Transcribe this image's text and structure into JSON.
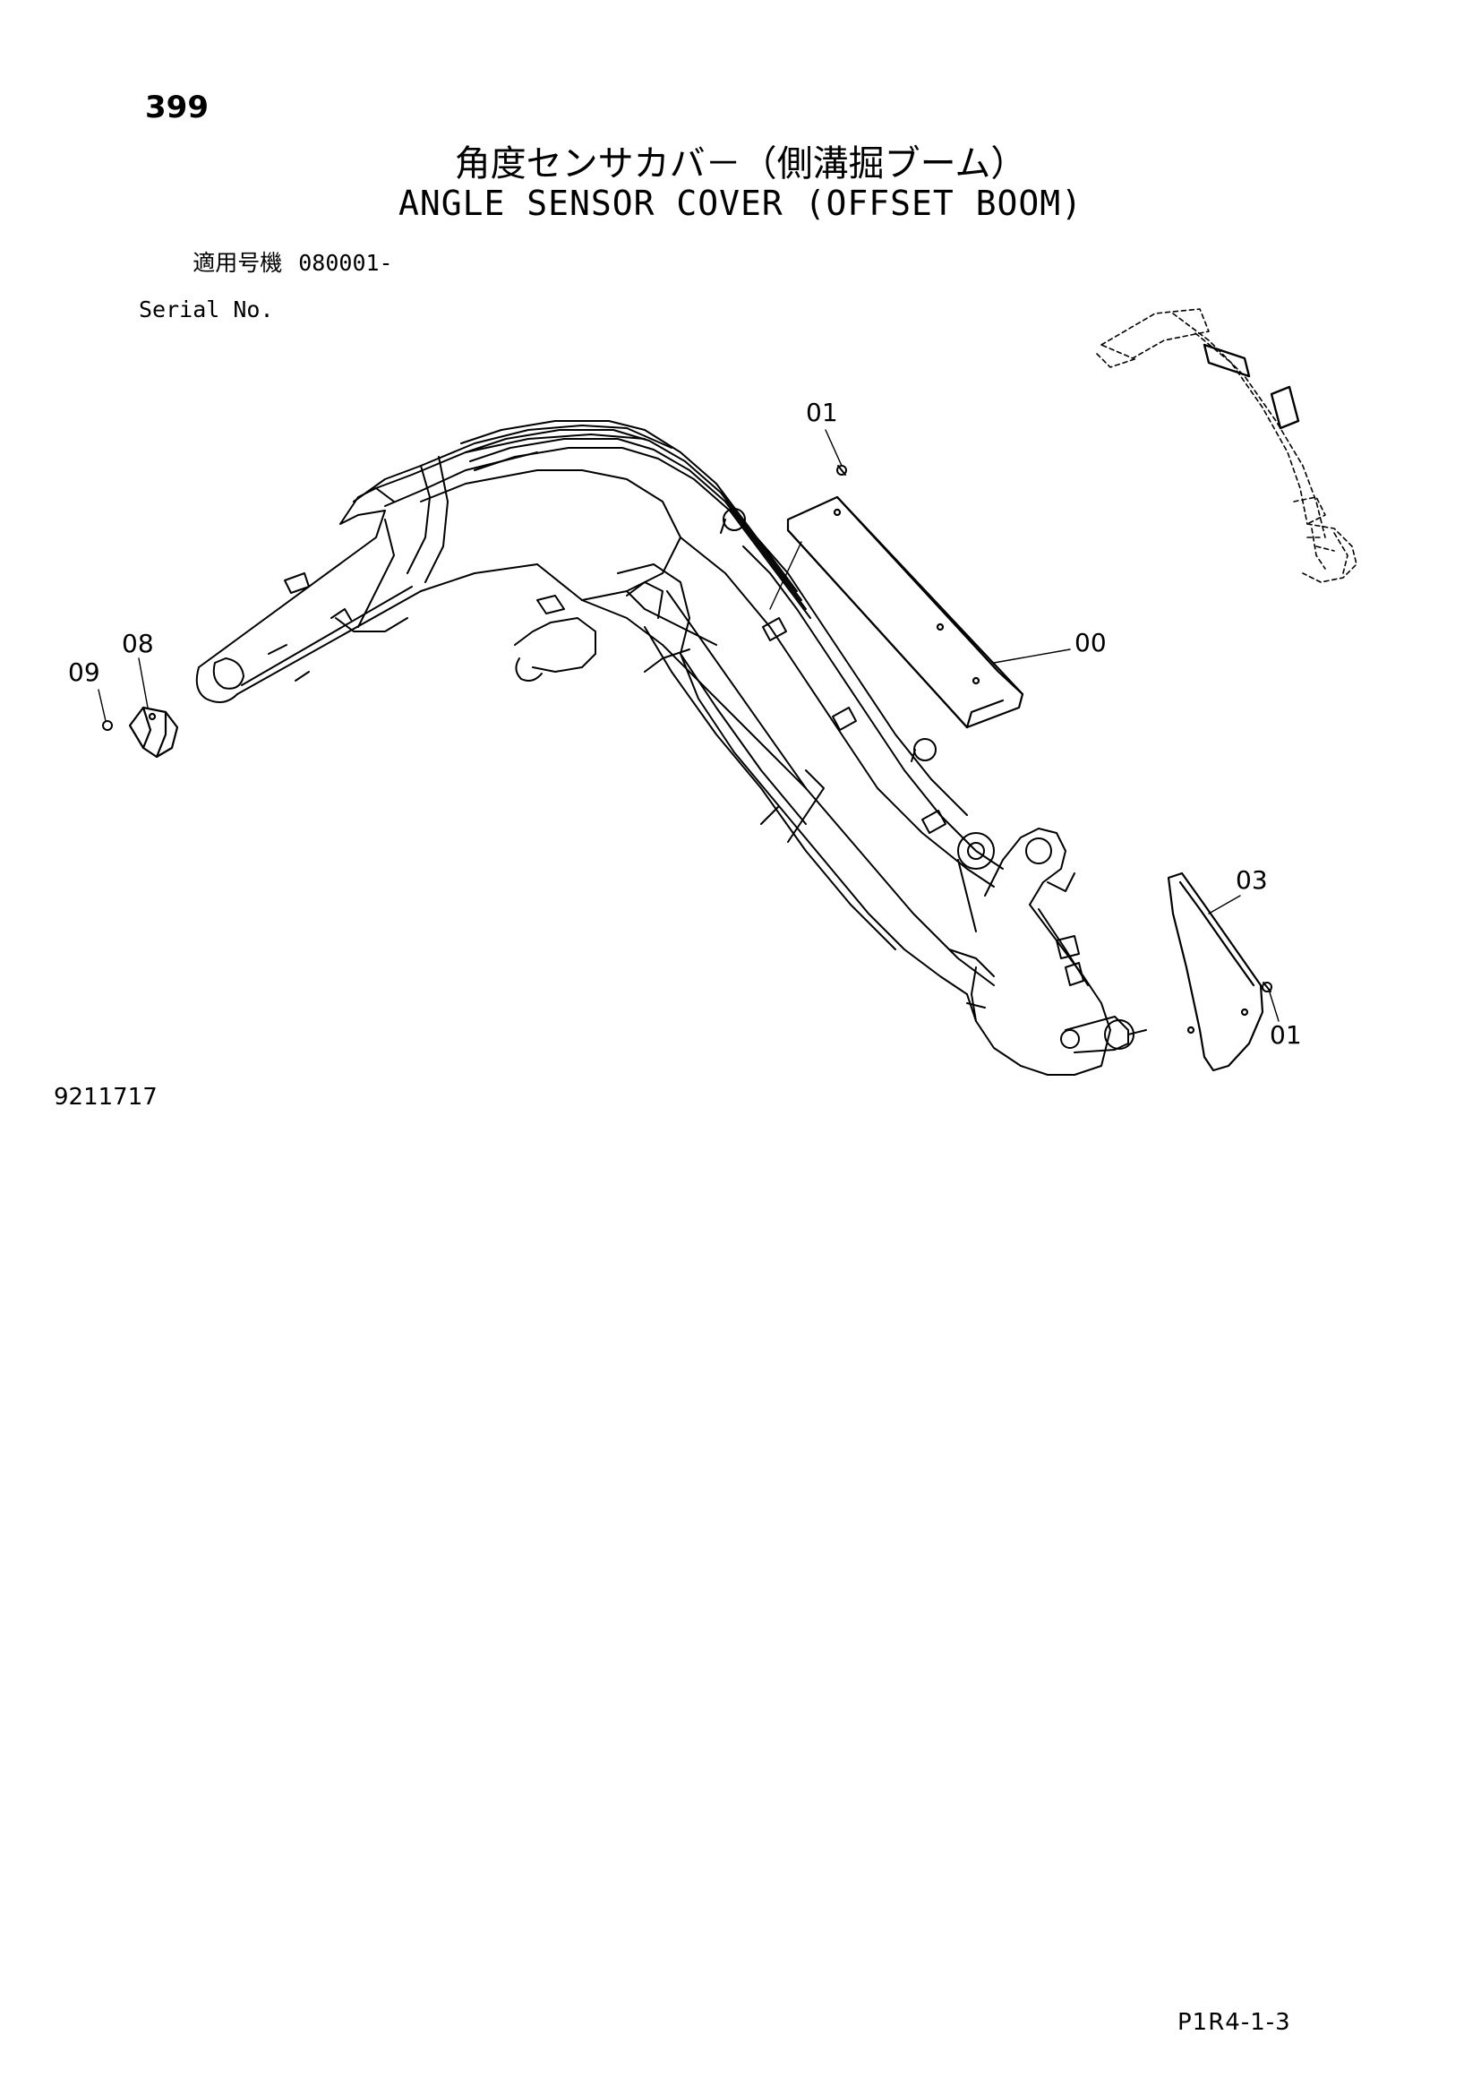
{
  "page": {
    "number": "399",
    "title_jp": "角度センサカバ－（側溝掘ブーム）",
    "title_en": "ANGLE SENSOR COVER (OFFSET BOOM)"
  },
  "serial": {
    "label_jp": "適用号機",
    "label_en": "Serial No.",
    "value": "080001-"
  },
  "callouts": [
    {
      "id": "callout-00",
      "label": "00"
    },
    {
      "id": "callout-01-top",
      "label": "01"
    },
    {
      "id": "callout-01-bottom",
      "label": "01"
    },
    {
      "id": "callout-03",
      "label": "03"
    },
    {
      "id": "callout-08",
      "label": "08"
    },
    {
      "id": "callout-09",
      "label": "09"
    }
  ],
  "figure": {
    "number": "9211717"
  },
  "footer": {
    "code": "P1R4-1-3"
  }
}
